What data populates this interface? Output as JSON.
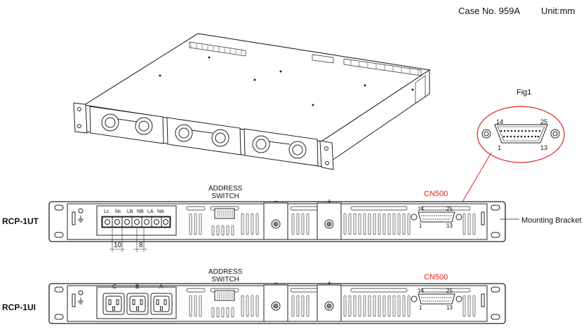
{
  "header": {
    "case_no": "Case No. 959A",
    "unit": "Unit:mm"
  },
  "fig1": {
    "label": "Fig1",
    "pins": {
      "top_left": "14",
      "top_right": "25",
      "bottom_left": "1",
      "bottom_right": "13"
    }
  },
  "models": {
    "ut": {
      "name": "RCP-1UT",
      "address_switch": [
        "ADDRESS",
        "SWITCH"
      ],
      "connector": "CN500",
      "terminals": [
        "Lc",
        "Nc",
        "LB",
        "NB",
        "LA",
        "NA"
      ],
      "dims": [
        "10",
        "8"
      ],
      "polarity": [
        "−",
        "+"
      ],
      "pins": [
        "14",
        "25",
        "1",
        "13"
      ]
    },
    "ui": {
      "name": "RCP-1UI",
      "address_switch": [
        "ADDRESS",
        "SWITCH"
      ],
      "connector": "CN500",
      "inlets": [
        "C",
        "B",
        "A"
      ],
      "polarity": [
        "−",
        "+"
      ],
      "pins": [
        "14",
        "25",
        "1",
        "13"
      ]
    }
  },
  "callout": {
    "mounting_bracket": "Mounting Bracket"
  }
}
